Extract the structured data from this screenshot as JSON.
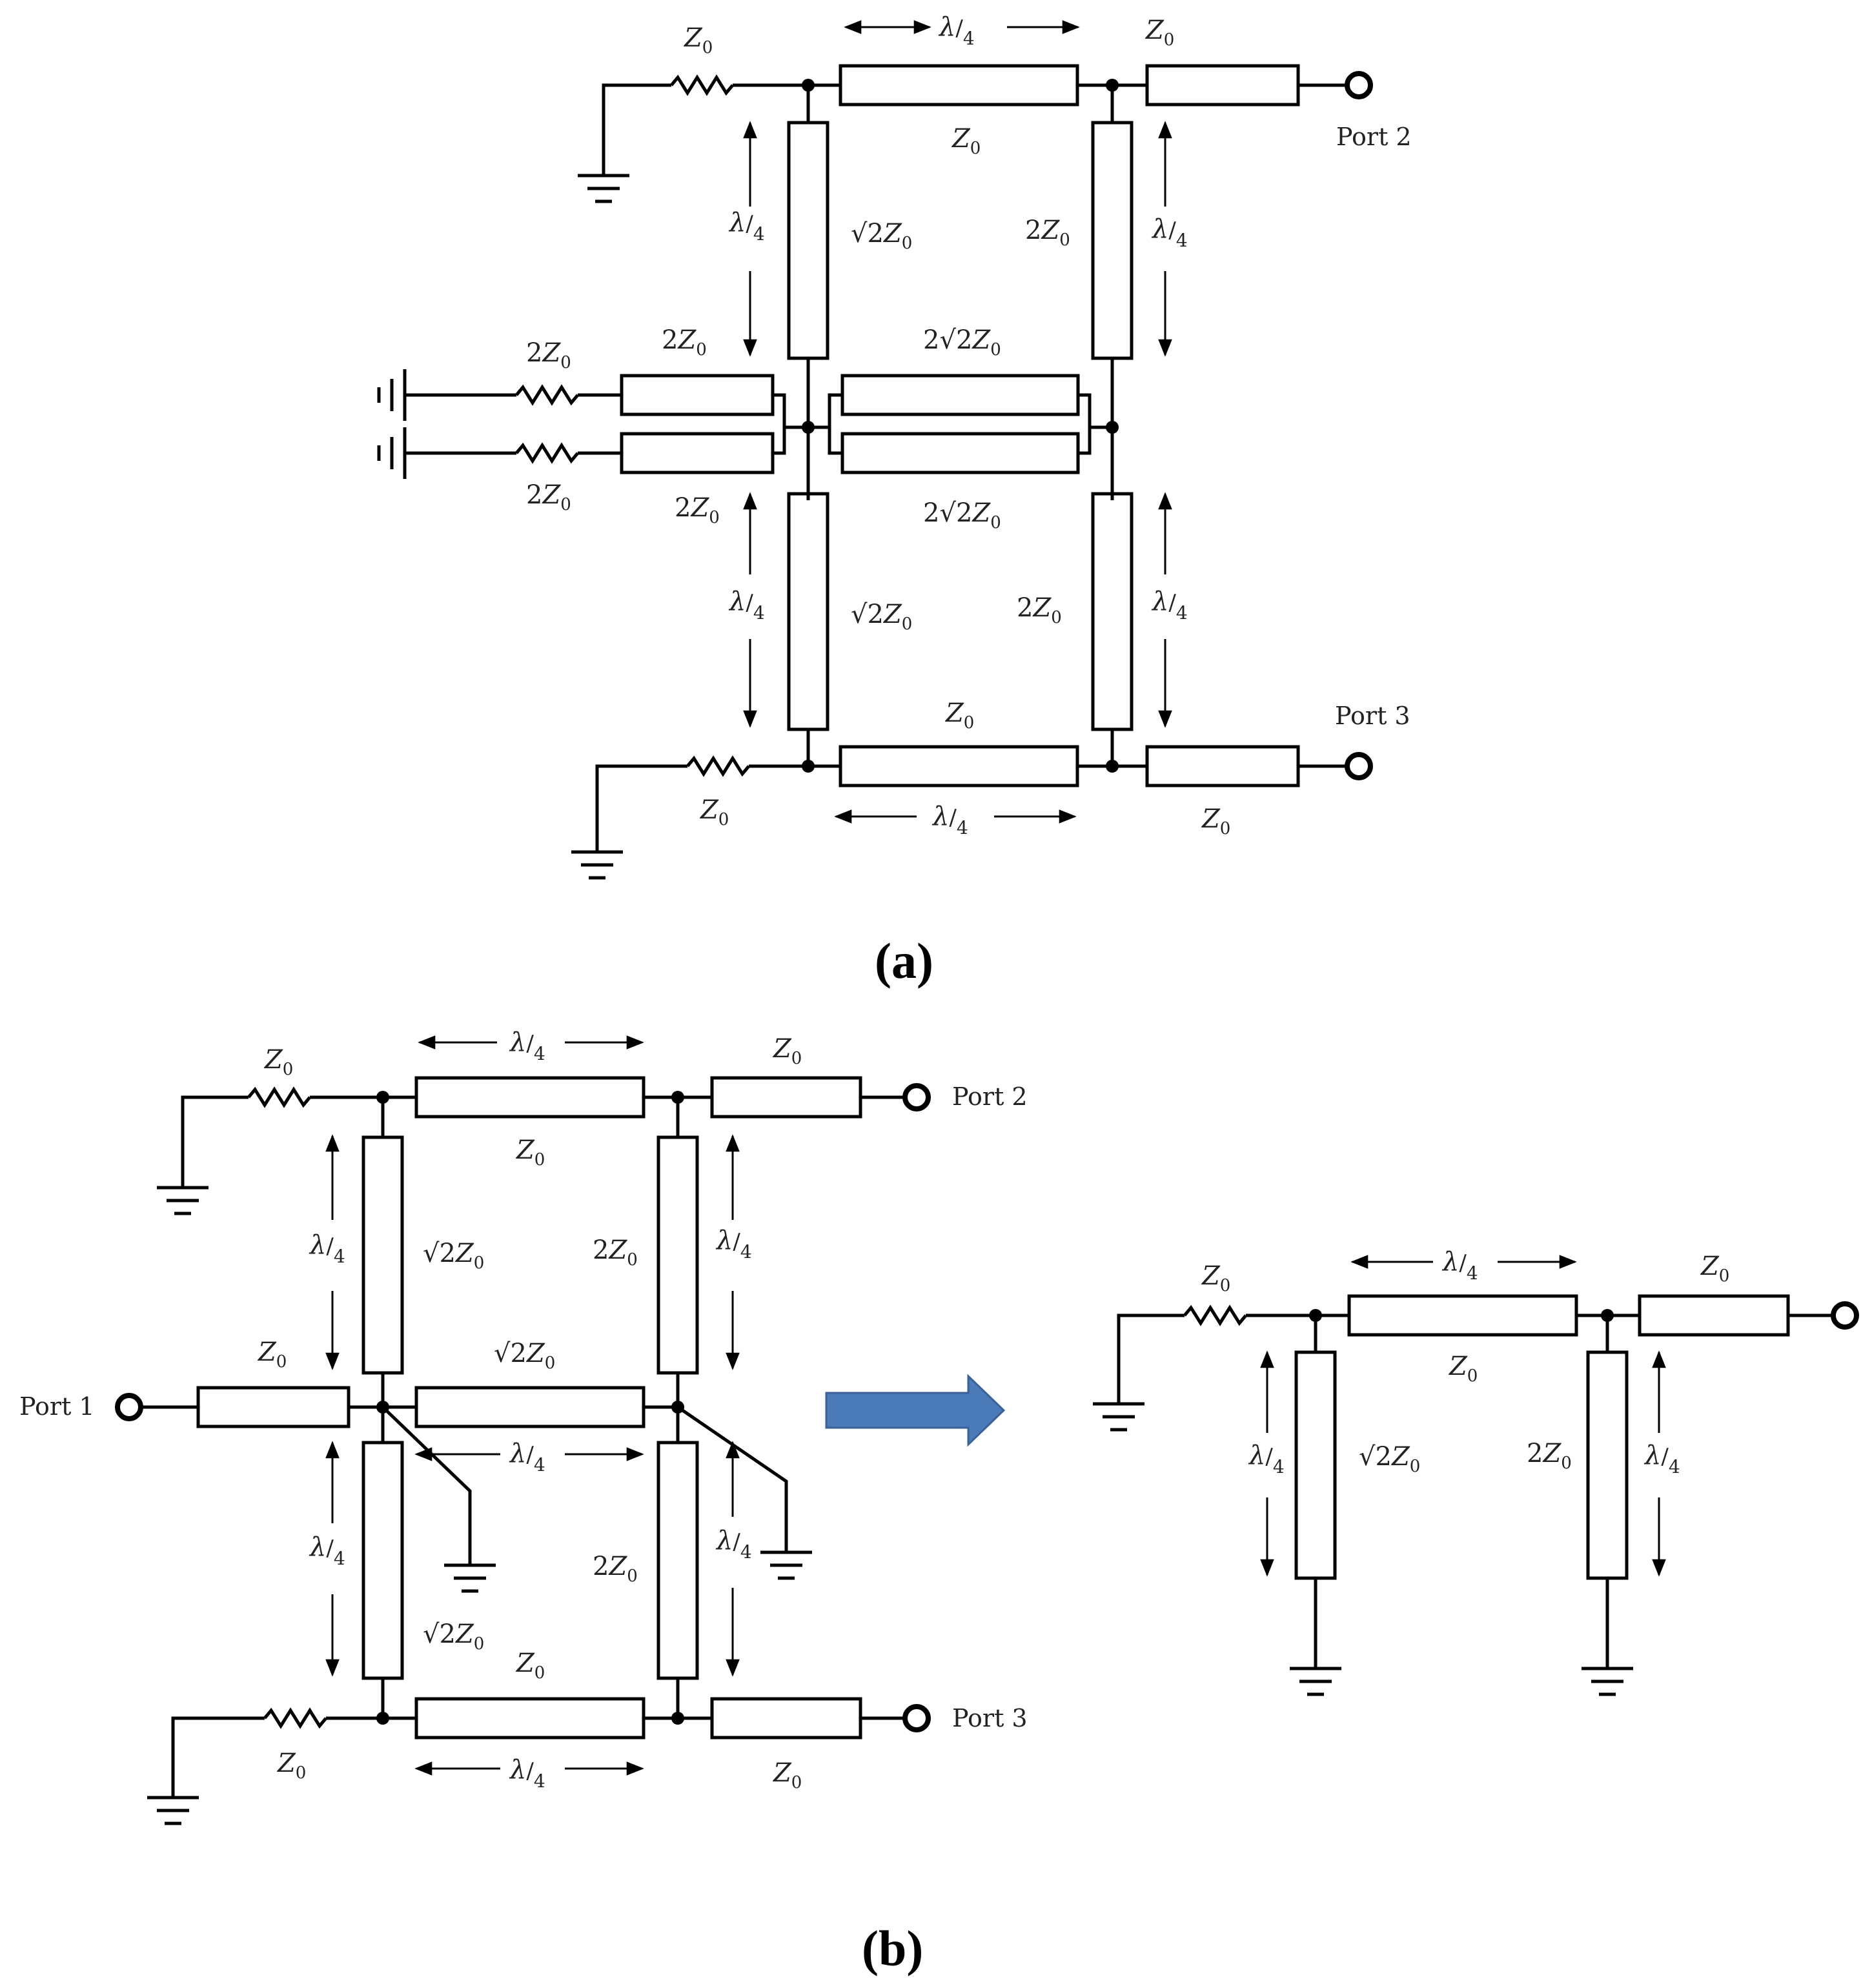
{
  "figure": {
    "caption_a": "(a)",
    "caption_b": "(b)"
  },
  "labels": {
    "z0": "Z",
    "sub0": "0",
    "two": "2",
    "sqrt2": "√2",
    "two_sqrt2": "2√2",
    "lambda_num": "λ",
    "lambda_den": "4",
    "slash": "/"
  },
  "ports": {
    "port1": "Port 1",
    "port2": "Port 2",
    "port3": "Port 3"
  },
  "colors": {
    "line": "#000000",
    "arrow": "#4a7ab8"
  }
}
